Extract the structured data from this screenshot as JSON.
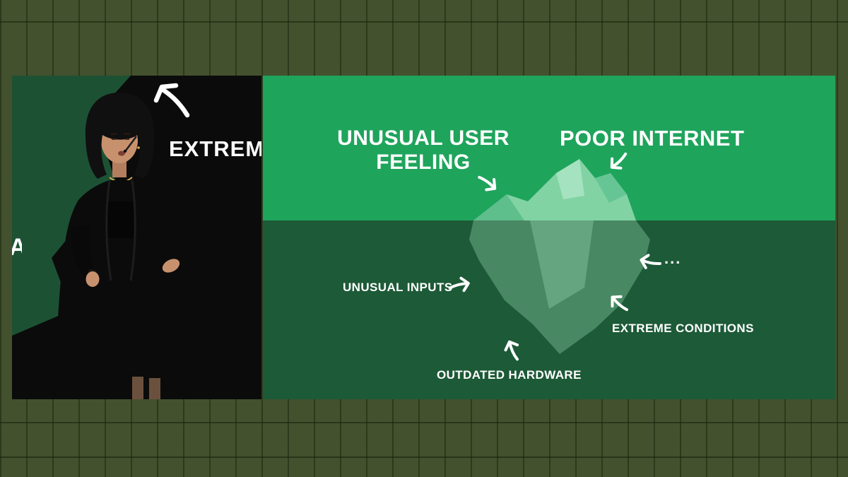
{
  "palette": {
    "page_bg": "#43512e",
    "grid_line": "#18220a",
    "slide_top_bg": "#1fa45c",
    "slide_bottom_bg": "#1d5a37",
    "iceberg_above_water": "#82d3a4",
    "iceberg_below_water": "#488863",
    "video_bg": "#0b0b0b",
    "video_green_shape": "#1c5233",
    "text_color": "#ffffff"
  },
  "video_panel": {
    "slide_text_partial": "EXTREM",
    "edge_text_partial": "A"
  },
  "slide": {
    "labels": {
      "unusual_user_feeling": "UNUSUAL USER FEELING",
      "poor_internet": "POOR INTERNET",
      "unusual_inputs": "UNUSUAL INPUTS",
      "ellipsis": "...",
      "extreme_conditions": "EXTREME CONDITIONS",
      "outdated_hardware": "OUTDATED HARDWARE"
    }
  }
}
